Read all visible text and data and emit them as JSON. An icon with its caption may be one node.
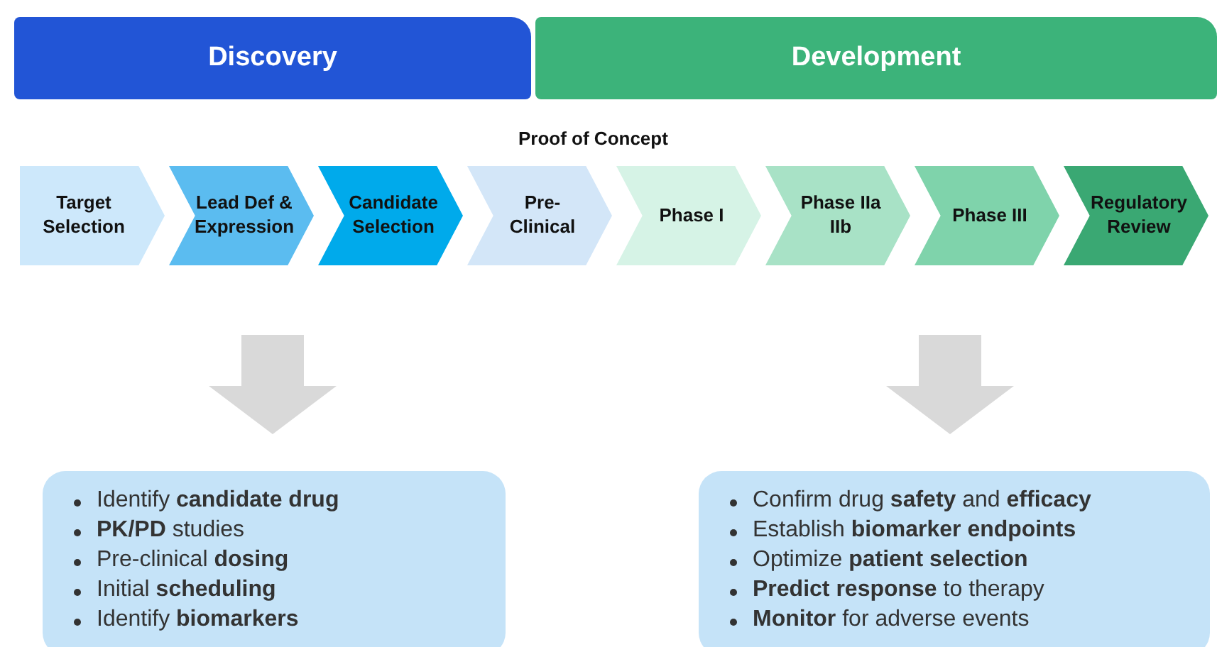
{
  "diagram": {
    "nodes": [
      {
        "text": [
          "Discovery"
        ]
      },
      {
        "text": [
          "Development"
        ]
      },
      {
        "text": [
          "Target Selection"
        ]
      },
      {
        "text": [
          "Lead Def & Expression"
        ]
      },
      {
        "text": [
          "Candidate Selection"
        ]
      },
      {
        "text": [
          "Pre-Clinical"
        ]
      },
      {
        "text": [
          "Phase I"
        ]
      },
      {
        "text": [
          "Phase IIa IIb"
        ]
      },
      {
        "text": [
          "Phase III"
        ]
      },
      {
        "text": [
          "Regulatory Review"
        ]
      },
      {
        "text": [
          "Identify **candidate drug**",
          "**PK/PD** studies",
          "Pre-clinical **dosing**",
          "Initial **scheduling**",
          "Identify **biomarkers**"
        ]
      },
      {
        "text": [
          "Confirm drug **safety** and **efficacy**",
          "Establish **biomarker endpoints**",
          "Optimize **patient selection**",
          "**Predict response** to therapy",
          "**Monitor** for adverse events"
        ]
      }
    ],
    "edges": [
      {
        "from": null,
        "to": 10,
        "arrow": "to",
        "style": "thick",
        "color": "#d9d9d9"
      },
      {
        "from": null,
        "to": 11,
        "arrow": "to",
        "style": "thick",
        "color": "#d9d9d9"
      }
    ],
    "labels": [
      "Proof of Concept"
    ]
  }
}
